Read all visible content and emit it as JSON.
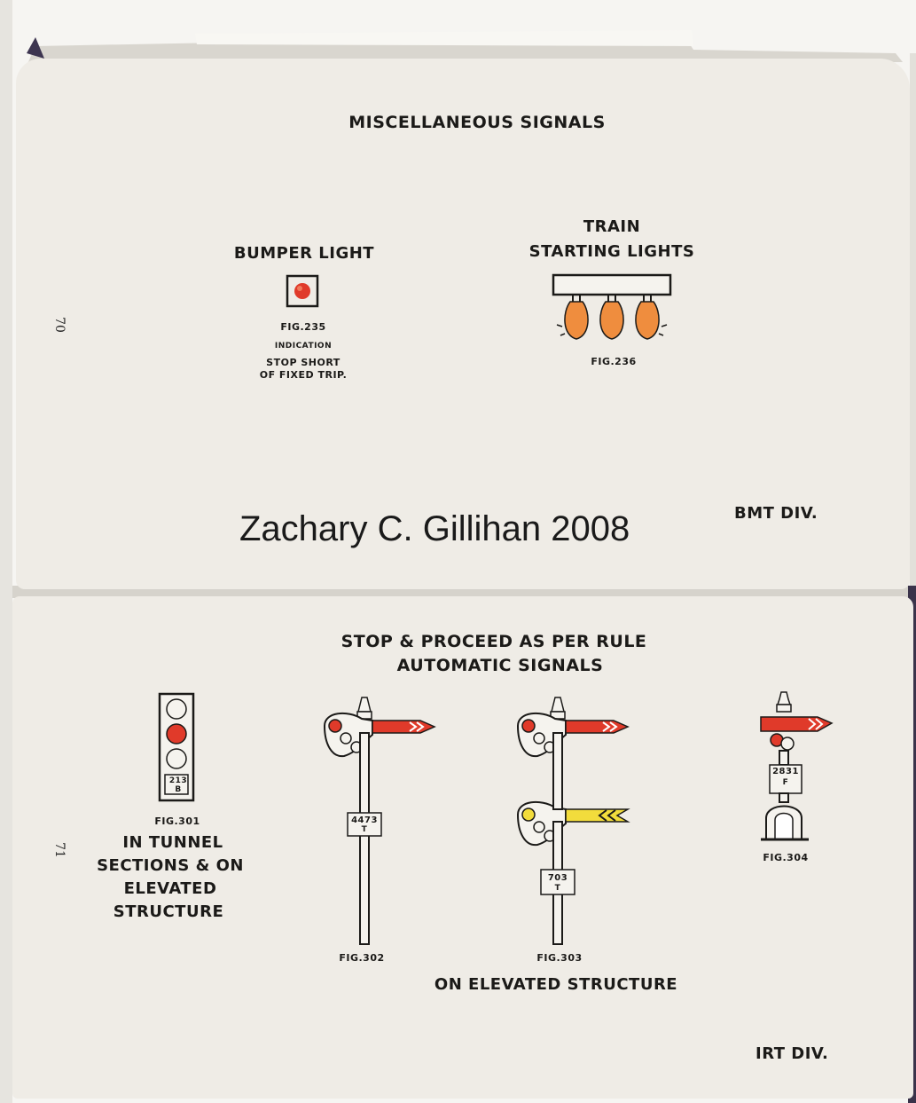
{
  "top_page": {
    "page_number": "70",
    "title": "MISCELLANEOUS SIGNALS",
    "bumper": {
      "heading": "BUMPER LIGHT",
      "figure": "FIG.235",
      "indication_label": "INDICATION",
      "indication_line1": "STOP SHORT",
      "indication_line2": "OF FIXED TRIP."
    },
    "train_starting": {
      "heading_line1": "TRAIN",
      "heading_line2": "STARTING LIGHTS",
      "figure": "FIG.236"
    },
    "division": "BMT DIV."
  },
  "watermark": "Zachary C. Gillihan 2008",
  "bottom_page": {
    "page_number": "71",
    "title_line1": "STOP & PROCEED AS PER RULE",
    "title_line2": "AUTOMATIC SIGNALS",
    "fig301": {
      "figure": "FIG.301",
      "plate_top": "213",
      "plate_bottom": "B",
      "caption": [
        "IN TUNNEL",
        "SECTIONS & ON",
        "ELEVATED",
        "STRUCTURE"
      ]
    },
    "fig302": {
      "figure": "FIG.302",
      "plate_top": "4473",
      "plate_bottom": "T"
    },
    "fig303": {
      "figure": "FIG.303",
      "plate_top": "703",
      "plate_bottom": "T"
    },
    "fig304": {
      "figure": "FIG.304",
      "plate_top": "2831",
      "plate_bottom": "F"
    },
    "caption_elevated": "ON ELEVATED STRUCTURE",
    "division": "IRT DIV."
  },
  "colors": {
    "page": "#efece6",
    "ink": "#1b1a18",
    "red": "#e03a2a",
    "orange": "#ef8d3e",
    "yellow": "#f2dc3c"
  }
}
